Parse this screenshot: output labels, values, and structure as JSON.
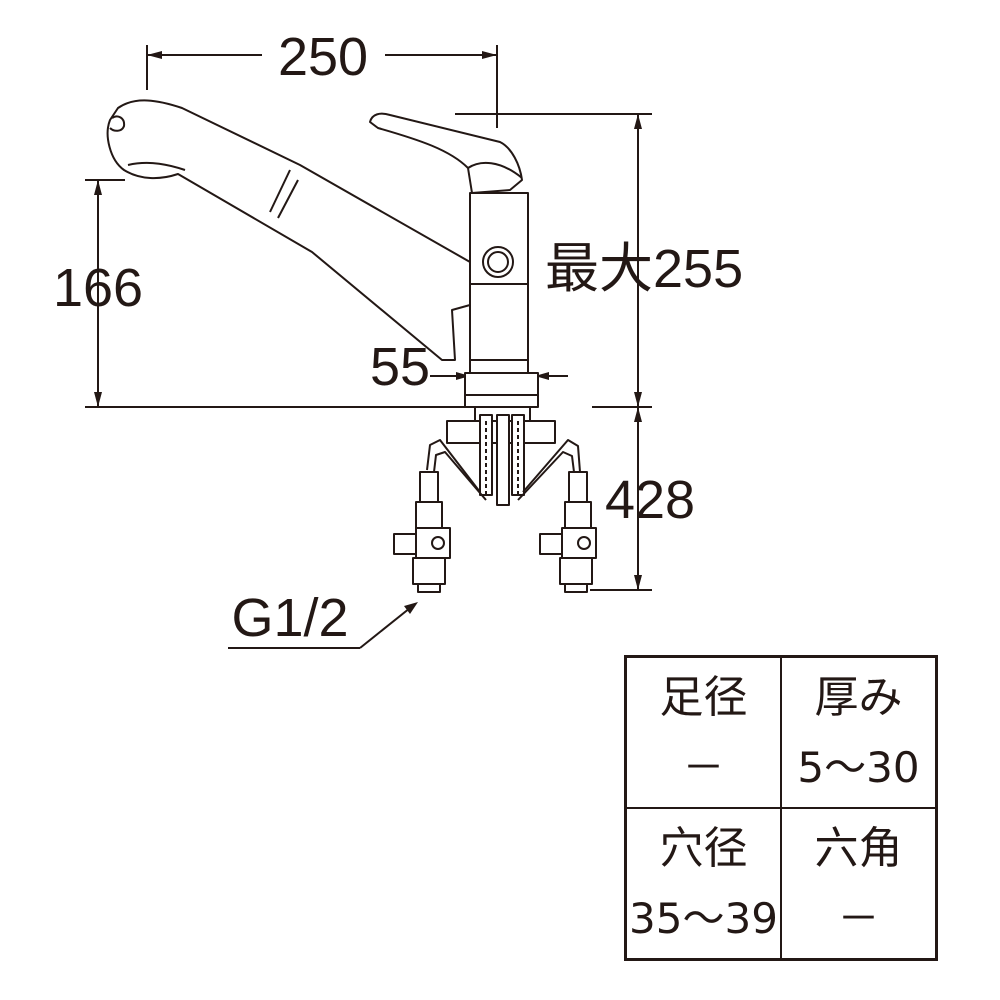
{
  "dimensions": {
    "width_total": "250",
    "height_spout": "166",
    "height_max": "最大255",
    "base_diameter": "55",
    "below_counter": "428",
    "thread": "G1/2"
  },
  "spec_table": {
    "foot_diameter_label": "足径",
    "foot_diameter_value": "－",
    "thickness_label": "厚み",
    "thickness_value": "5～30",
    "hole_diameter_label": "穴径",
    "hole_diameter_value": "35～39",
    "hexagon_label": "六角",
    "hexagon_value": "－"
  },
  "colors": {
    "line": "#231815",
    "background": "#ffffff"
  }
}
